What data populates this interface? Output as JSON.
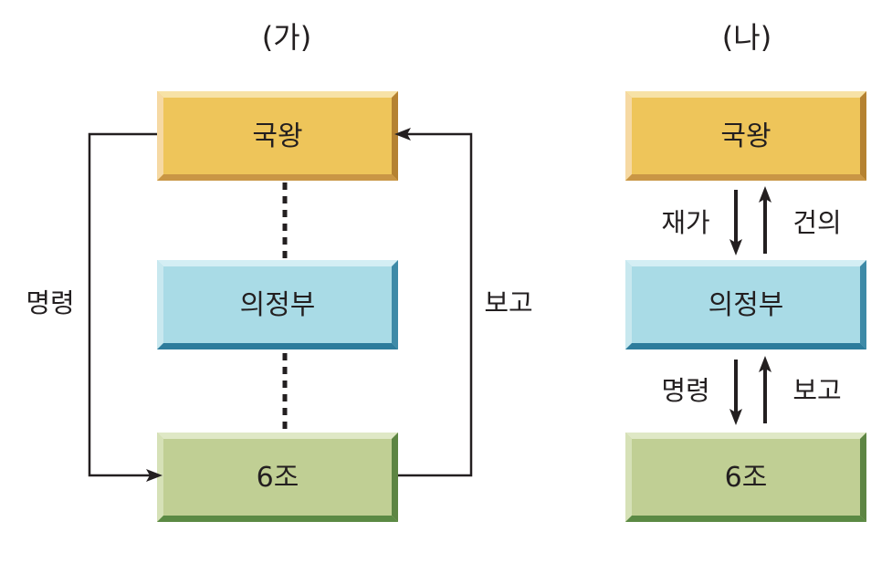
{
  "panel_a": {
    "title": "(가)",
    "nodes": {
      "king": "국왕",
      "council": "의정부",
      "ministries": "6조"
    },
    "edges": {
      "command": "명령",
      "report": "보고"
    }
  },
  "panel_b": {
    "title": "(나)",
    "nodes": {
      "king": "국왕",
      "council": "의정부",
      "ministries": "6조"
    },
    "edges": {
      "approval": "재가",
      "proposal": "건의",
      "command": "명령",
      "report": "보고"
    }
  },
  "colors": {
    "king_fill": "#eec55a",
    "council_fill": "#a9dbe6",
    "ministries_fill": "#c0cf94",
    "line": "#231f20"
  }
}
